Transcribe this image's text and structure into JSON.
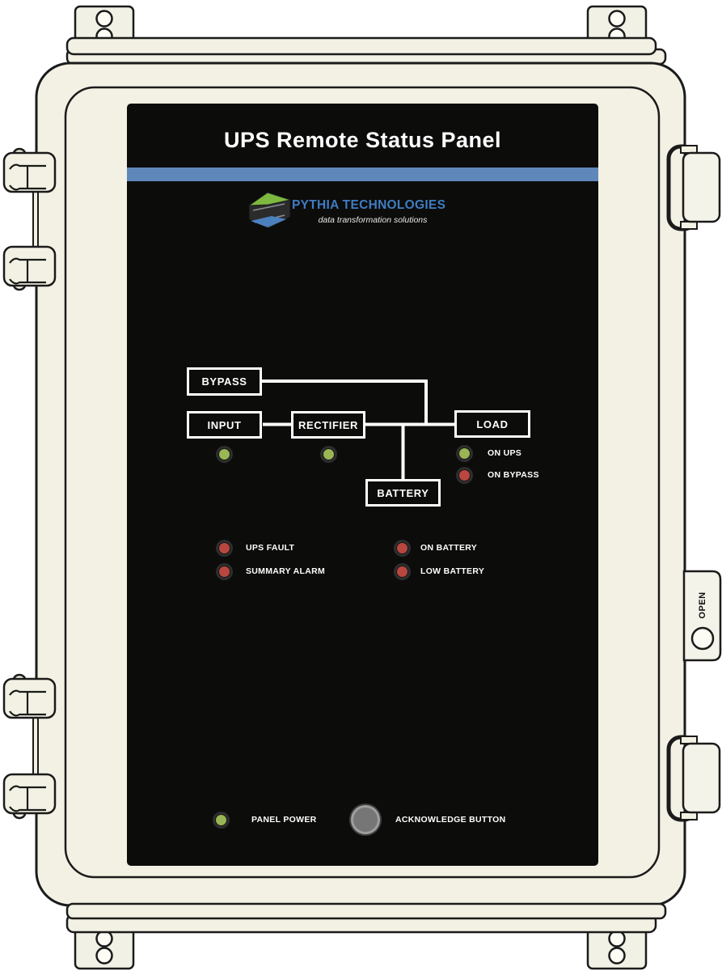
{
  "title": "UPS Remote Status Panel",
  "brand": {
    "name": "PYTHIA TECHNOLOGIES",
    "tagline": "data transformation solutions"
  },
  "diagram": {
    "bypass": "BYPASS",
    "input": "INPUT",
    "rectifier": "RECTIFIER",
    "load": "LOAD",
    "battery": "BATTERY"
  },
  "indicators": {
    "on_ups": "ON UPS",
    "on_bypass": "ON BYPASS",
    "ups_fault": "UPS FAULT",
    "summary_alarm": "SUMMARY ALARM",
    "on_battery": "ON BATTERY",
    "low_battery": "LOW BATTERY",
    "panel_power": "PANEL POWER"
  },
  "acknowledge_button_label": "ACKNOWLEDGE BUTTON",
  "latch_label": "OPEN",
  "colors": {
    "enclosure": "#f2f1e3",
    "panel_black": "#0c0c0b",
    "accent_bar_blue": "#5f87ba",
    "brand_blue": "#3f7dc2",
    "led_green": "#9ab654",
    "led_red": "#b9473f",
    "outline": "#1b1b1b"
  }
}
